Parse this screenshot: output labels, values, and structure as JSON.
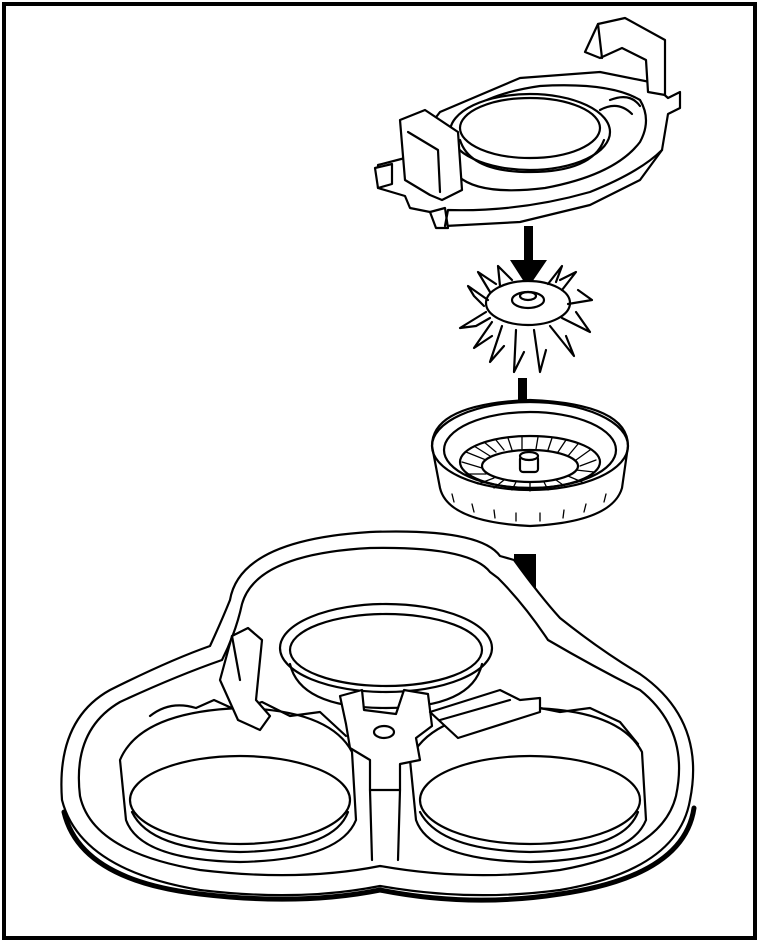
{
  "figure": {
    "kind": "exploded-assembly-diagram",
    "parts": [
      "retaining-frame",
      "cutter",
      "shaving-guard",
      "shaving-unit-holder"
    ],
    "arrows": 3,
    "border_color": "#000000",
    "background_color": "#ffffff"
  }
}
